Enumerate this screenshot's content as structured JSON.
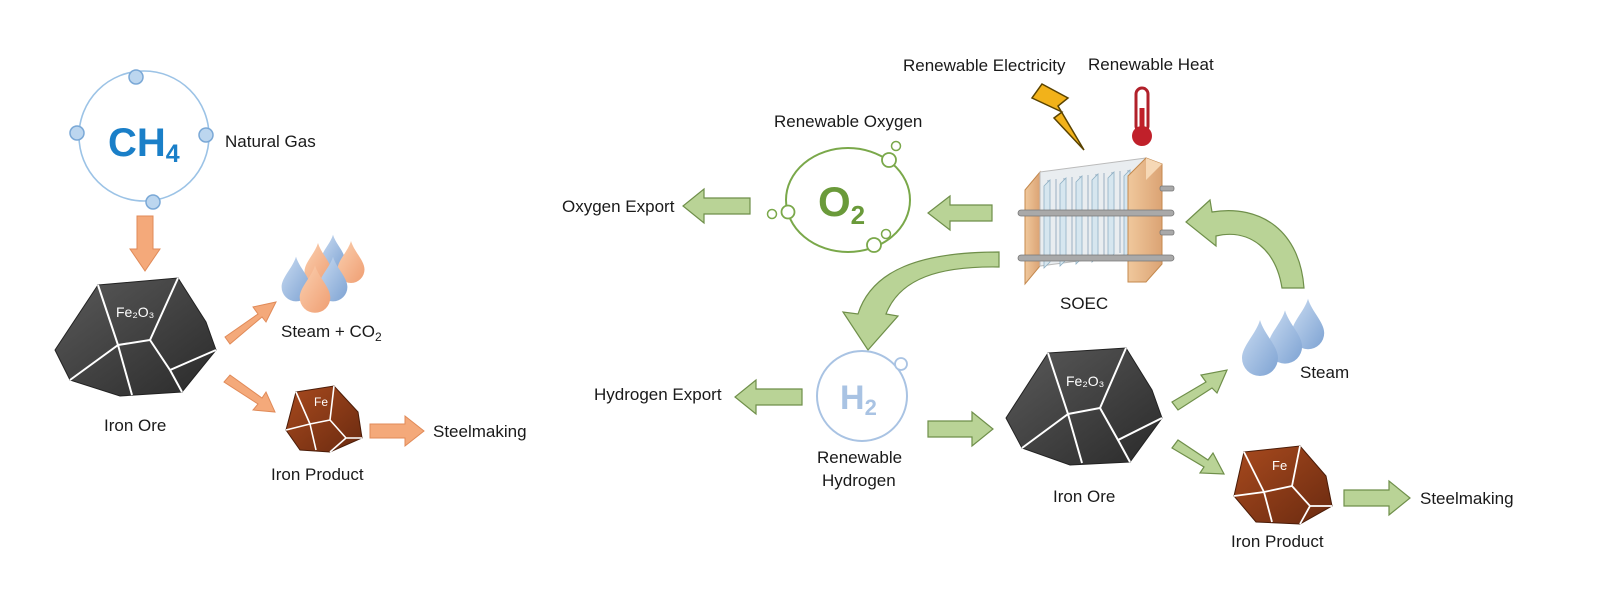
{
  "left": {
    "methane_formula": "CH",
    "methane_subscript": "4",
    "natural_gas_label": "Natural Gas",
    "iron_ore_formula": "Fe₂O₃",
    "iron_ore_label": "Iron Ore",
    "steam_co2_text": "Steam + CO",
    "steam_co2_subscript": "2",
    "iron_product_formula": "Fe",
    "iron_product_label": "Iron Product",
    "steelmaking_label": "Steelmaking"
  },
  "right": {
    "renewable_electricity_label": "Renewable Electricity",
    "renewable_heat_label": "Renewable Heat",
    "renewable_oxygen_label": "Renewable Oxygen",
    "oxygen_formula": "O",
    "oxygen_subscript": "2",
    "oxygen_export_label": "Oxygen Export",
    "soec_label": "SOEC",
    "hydrogen_formula": "H",
    "hydrogen_subscript": "2",
    "hydrogen_export_label": "Hydrogen Export",
    "renewable_hydrogen_line1": "Renewable",
    "renewable_hydrogen_line2": "Hydrogen",
    "iron_ore_formula": "Fe₂O₃",
    "iron_ore_label": "Iron Ore",
    "steam_label": "Steam",
    "iron_product_formula": "Fe",
    "iron_product_label": "Iron Product",
    "steelmaking_label": "Steelmaking"
  },
  "colors": {
    "methane_blue": "#1a7fc8",
    "orange_arrow": "#f4a97a",
    "green_arrow": "#b9d396",
    "oxygen_green": "#6a9a3a",
    "hydrogen_blue": "#a9c3e3",
    "ore_dark": "#3d3d3d",
    "iron_brown": "#8a3c1a"
  }
}
